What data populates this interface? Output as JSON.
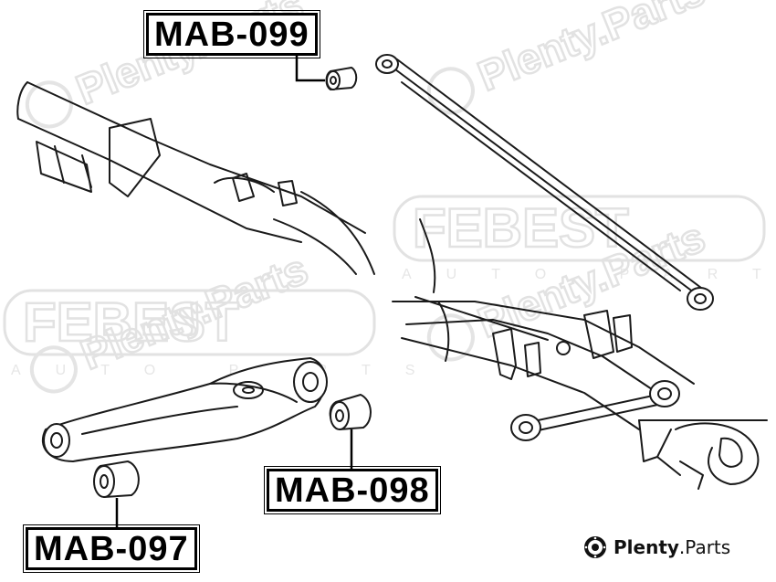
{
  "labels": {
    "part_099": "MAB-099",
    "part_098": "MAB-098",
    "part_097": "MAB-097"
  },
  "watermark": {
    "site_text": "Plenty.Parts",
    "febest_text": "FEBEST",
    "febest_sub": "AUTO PARTS"
  },
  "brand": {
    "name_bold": "Plenty",
    "name_rest": ".Parts",
    "icon": "gear-disc-icon"
  },
  "colors": {
    "line": "#1a1a1a",
    "watermark": "#e2e2e2",
    "background": "#ffffff"
  }
}
